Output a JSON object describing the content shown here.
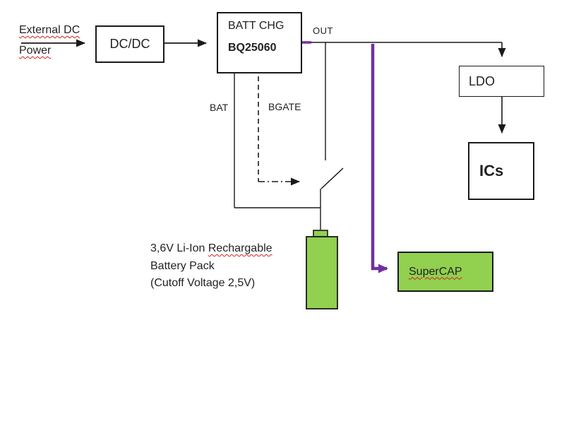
{
  "source": {
    "line1": "External DC",
    "line2": "Power"
  },
  "blocks": {
    "dcdc": {
      "label": "DC/DC"
    },
    "batt_chg": {
      "title": "BATT CHG",
      "part": "BQ25060"
    },
    "ldo": {
      "label": "LDO"
    },
    "ics": {
      "label": "ICs"
    },
    "supercap": {
      "label": "SuperCAP"
    }
  },
  "pins": {
    "out": "OUT",
    "bat": "BAT",
    "bgate": "BGATE"
  },
  "battery_note": {
    "line1_prefix": "3,6V Li-Ion ",
    "line1_word": "Rechargable",
    "line2": "Battery Pack",
    "line3": "(Cutoff Voltage 2,5V)"
  },
  "colors": {
    "battery_green": "#92D050",
    "supercap_green": "#92D050",
    "supercap_wire_purple": "#7030A0",
    "wire_black": "#1a1a1a",
    "spellcheck_red": "#cc2222"
  }
}
